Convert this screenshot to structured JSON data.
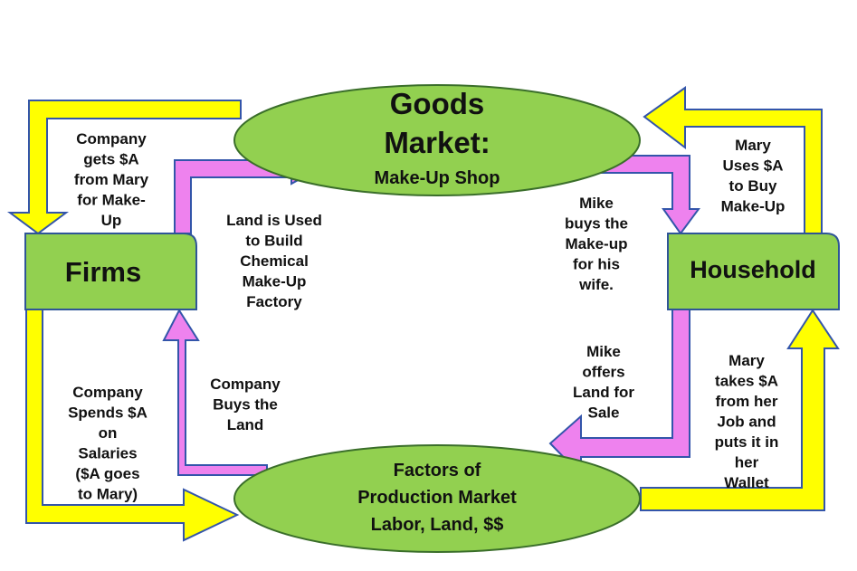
{
  "colors": {
    "yellow": "#ffff00",
    "pink": "#ee82ee",
    "arrow_stroke": "#3355aa",
    "oval_fill": "#92d050",
    "oval_stroke": "#3a6e2a",
    "box_fill": "#92d050",
    "box_stroke": "#2f5597"
  },
  "goods_market": {
    "line1": "Goods",
    "line2": "Market:",
    "sub": "Make-Up Shop"
  },
  "factors_market": {
    "line1": "Factors of",
    "line2": "Production Market",
    "line3": "Labor, Land, $$"
  },
  "firms": {
    "label": "Firms"
  },
  "household": {
    "label": "Household"
  },
  "labels": {
    "company_gets": [
      "Company",
      "gets $A",
      "from Mary",
      "for Make-",
      "Up"
    ],
    "land_used": [
      "Land is Used",
      "to Build",
      "Chemical",
      "Make-Up",
      "Factory"
    ],
    "mike_buys": [
      "Mike",
      "buys the",
      "Make-up",
      "for his",
      "wife."
    ],
    "mary_uses": [
      "Mary",
      "Uses $A",
      "to Buy",
      "Make-Up"
    ],
    "company_spends": [
      "Company",
      "Spends $A",
      "on",
      "Salaries",
      "($A goes",
      "to Mary)"
    ],
    "company_buys": [
      "Company",
      "Buys the",
      "Land"
    ],
    "mike_offers": [
      "Mike",
      "offers",
      "Land for",
      "Sale"
    ],
    "mary_takes": [
      "Mary",
      "takes $A",
      "from her",
      "Job and",
      "puts it in",
      "her",
      "Wallet"
    ]
  }
}
